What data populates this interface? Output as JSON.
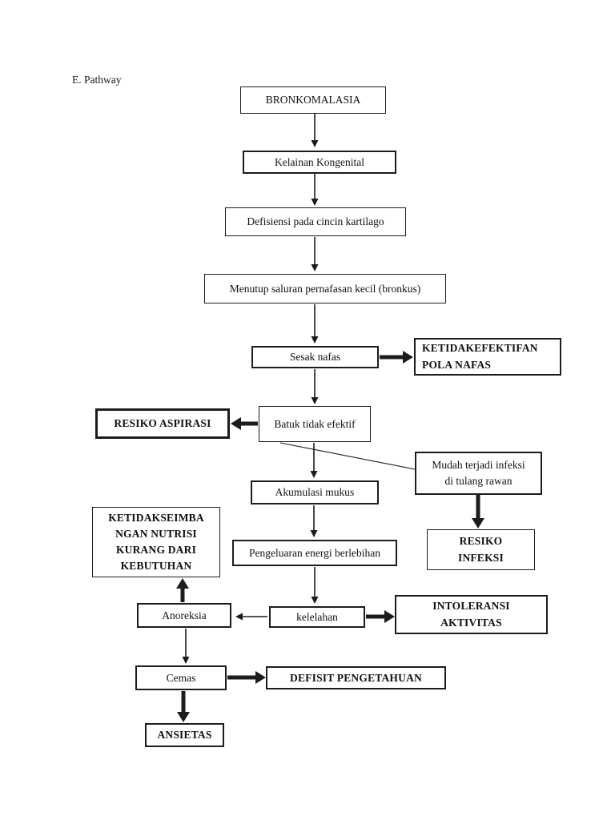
{
  "page": {
    "heading": "E. Pathway"
  },
  "colors": {
    "ink": "#1c1c1c",
    "background": "#ffffff"
  },
  "diagram": {
    "nodes": {
      "bronkomalasia": "BRONKOMALASIA",
      "kelainan_kongenital": "Kelainan Kongenital",
      "defisiensi_cincin_kartilago": "Defisiensi pada cincin kartilago",
      "menutup_saluran": "Menutup saluran pernafasan kecil (bronkus)",
      "sesak_nafas": "Sesak nafas",
      "ketidakefektifan_pola_nafas": "KETIDAKEFEKTIFAN\nPOLA NAFAS",
      "resiko_aspirasi": "RESIKO ASPIRASI",
      "batuk_tidak_efektif": "Batuk tidak efektif",
      "mudah_terjadi_infeksi": "Mudah terjadi infeksi\ndi tulang rawan",
      "akumulasi_mukus": "Akumulasi mukus",
      "resiko_infeksi": "RESIKO\nINFEKSI",
      "pengeluaran_energi": "Pengeluaran energi berlebihan",
      "ketidakseimbangan_nutrisi": "KETIDAKSEIMBA\nNGAN NUTRISI\nKURANG DARI\nKEBUTUHAN",
      "anoreksia": "Anoreksia",
      "kelelahan": "kelelahan",
      "intoleransi_aktivitas": "INTOLERANSI\nAKTIVITAS",
      "cemas": "Cemas",
      "defisit_pengetahuan": "DEFISIT PENGETAHUAN",
      "ansietas": "ANSIETAS"
    }
  }
}
